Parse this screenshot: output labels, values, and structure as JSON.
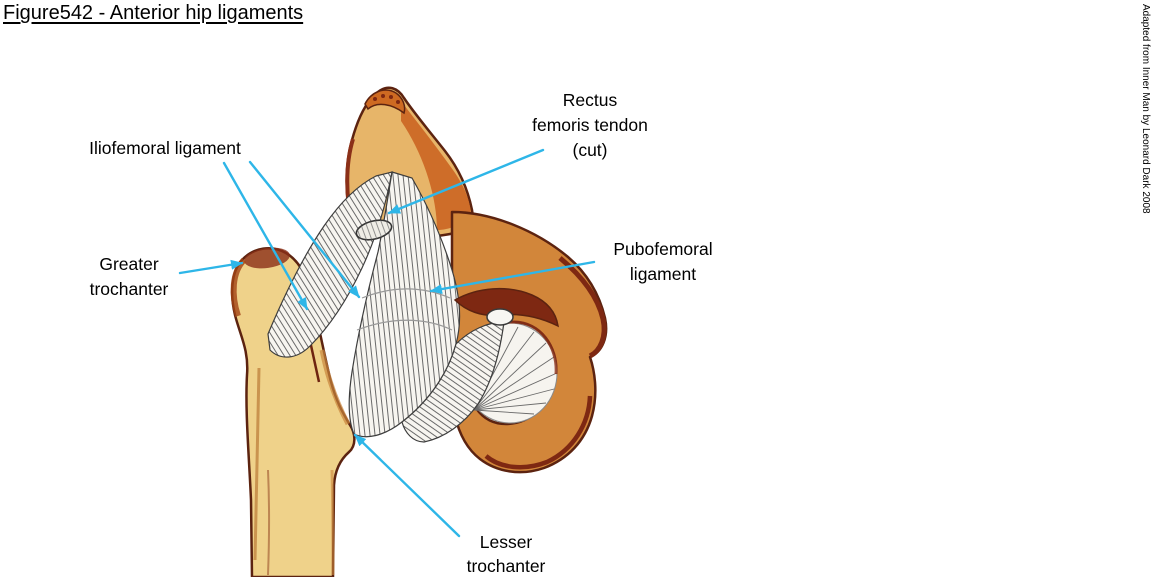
{
  "figure": {
    "title": "Figure542 - Anterior hip ligaments",
    "credit": "Adapted from Inner Man by Leonard Dark 2008"
  },
  "labels": {
    "iliofemoral": "Iliofemoral ligament",
    "rectus_femoris": "Rectus\nfemoris tendon\n(cut)",
    "greater_trochanter": "Greater\ntrochanter",
    "pubofemoral": "Pubofemoral\nligament",
    "lesser_trochanter": "Lesser\ntrochanter"
  },
  "colors": {
    "arrow": "#2EB6E8",
    "bone_light": "#EFD28A",
    "bone_tan": "#E7B569",
    "bone_orange": "#C9601F",
    "ring_orange": "#D2863A",
    "outline_brown": "#5C2310",
    "ligament_white": "#F6F4EF"
  }
}
